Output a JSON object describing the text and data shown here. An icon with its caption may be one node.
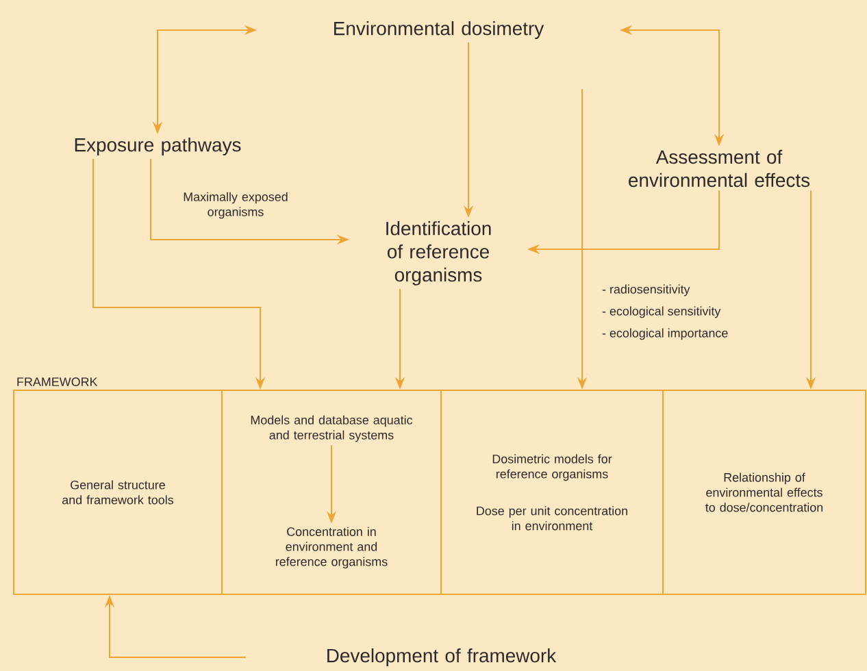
{
  "diagram": {
    "nodes": [
      {
        "text": [
          "Environmental dosimetry"
        ]
      },
      {
        "text": [
          "Exposure pathways"
        ]
      },
      {
        "text": [
          "Assessment of environmental effects"
        ]
      },
      {
        "text": [
          "Identification of reference organisms"
        ]
      },
      {
        "text": [
          "FRAMEWORK"
        ]
      },
      {
        "text": [
          "General structure and framework tools"
        ],
        "in": 4
      },
      {
        "text": [],
        "shape": "box",
        "in": 4
      },
      {
        "text": [
          "Models and database aquatic and terrestrial systems"
        ],
        "in": 6
      },
      {
        "text": [
          "Concentration in environment and reference organisms"
        ],
        "in": 6
      },
      {
        "text": [
          "Dosimetric models for reference organisms",
          "Dose per unit concentration in environment"
        ],
        "in": 4
      },
      {
        "text": [
          "Relationship of environmental effects to dose/concentration"
        ],
        "in": 4
      },
      {
        "text": [
          "Development of framework"
        ]
      }
    ],
    "edges": [
      {
        "from": 1,
        "to": 0,
        "arrow": "both"
      },
      {
        "from": 0,
        "to": 2,
        "arrow": "both"
      },
      {
        "from": 0,
        "to": 3,
        "arrow": "to"
      },
      {
        "from": 1,
        "to": 3,
        "arrow": "to",
        "label": "Maximally exposed organisms"
      },
      {
        "from": 2,
        "to": 3,
        "arrow": "to"
      },
      {
        "from": 1,
        "to": 6,
        "arrow": "to"
      },
      {
        "from": 3,
        "to": 6,
        "arrow": "to"
      },
      {
        "from": null,
        "to": 9,
        "arrow": "to"
      },
      {
        "from": 2,
        "to": 10,
        "arrow": "to"
      },
      {
        "from": 11,
        "to": 5,
        "arrow": "to"
      },
      {
        "from": 7,
        "to": 8,
        "arrow": "to"
      }
    ],
    "labels": [
      "- radiosensitivity",
      "- ecological sensitivity",
      "- ecological importance"
    ]
  }
}
